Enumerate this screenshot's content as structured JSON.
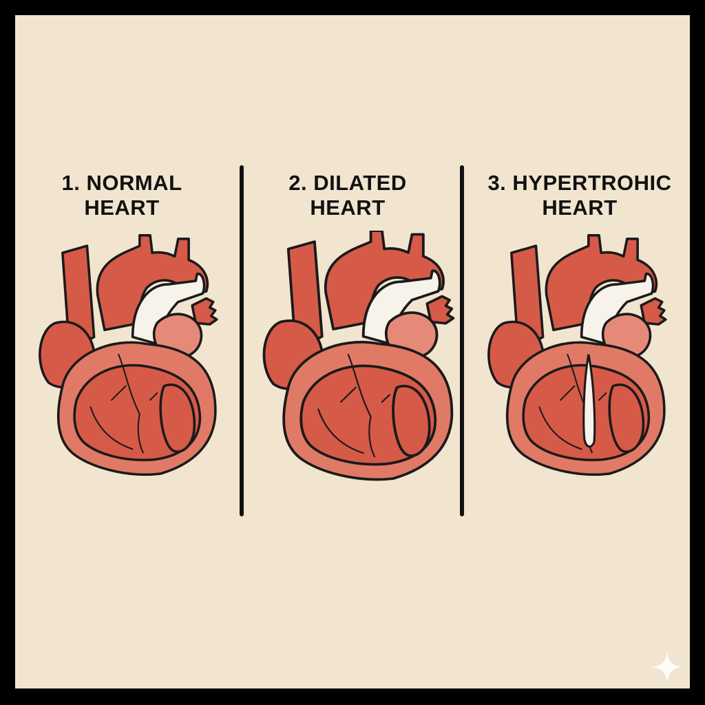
{
  "panels": [
    {
      "number": "1.",
      "line1": "1. NORMAL",
      "line2": "HEART",
      "variant": "normal"
    },
    {
      "number": "2.",
      "line1": "2. DILATED",
      "line2": "HEART",
      "variant": "dilated"
    },
    {
      "number": "3.",
      "line1": "3. HYPERTROHIC",
      "line2": "HEART",
      "variant": "hypertrophic"
    }
  ],
  "colors": {
    "background": "#f1e5d0",
    "frame": "#000000",
    "muscle": "#d65a48",
    "muscle_light": "#e58a78",
    "vessel_white": "#f7f2ea",
    "outline": "#1a1a1a"
  }
}
